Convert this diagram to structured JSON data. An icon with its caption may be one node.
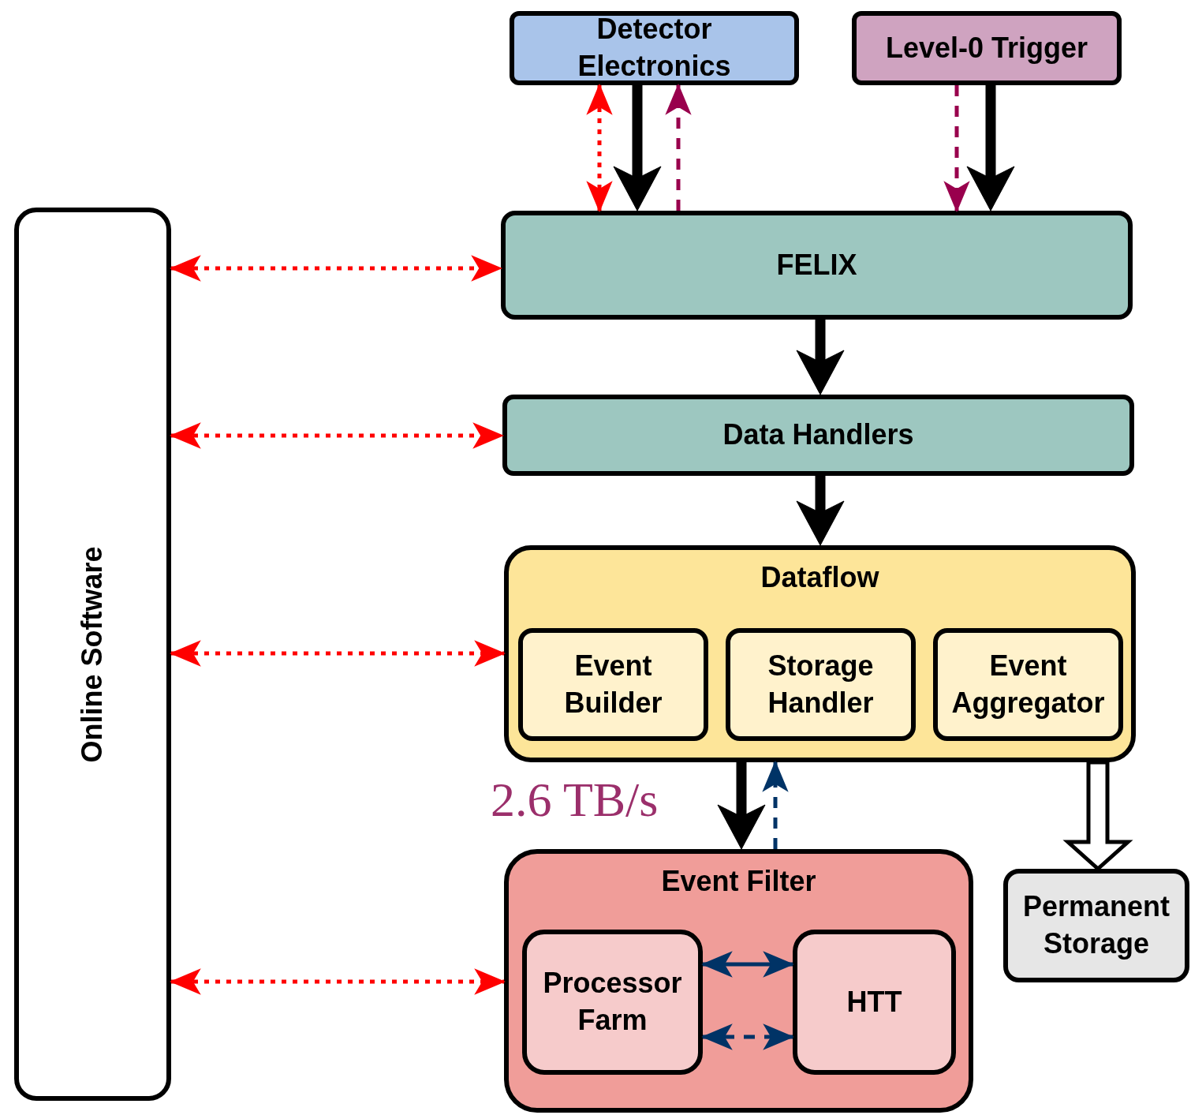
{
  "diagram": {
    "nodes": [
      {
        "text": [
          "Online Software"
        ]
      },
      {
        "text": [
          "Detector Electronics"
        ]
      },
      {
        "text": [
          "Level-0 Trigger"
        ]
      },
      {
        "text": [
          "FELIX"
        ]
      },
      {
        "text": [
          "Data Handlers"
        ]
      },
      {
        "text": [
          "Dataflow"
        ]
      },
      {
        "text": [
          "Event Builder"
        ],
        "in": 5
      },
      {
        "text": [
          "Storage Handler"
        ],
        "in": 5
      },
      {
        "text": [
          "Event Aggregator"
        ],
        "in": 5
      },
      {
        "text": [
          "Event Filter"
        ]
      },
      {
        "text": [
          "Processor Farm"
        ],
        "in": 9
      },
      {
        "text": [
          "HTT"
        ],
        "in": 9
      },
      {
        "text": [
          "Permanent Storage"
        ]
      }
    ],
    "edges": [
      {
        "from": 1,
        "to": 3,
        "arrow": "to",
        "style": "thick"
      },
      {
        "from": 1,
        "to": 3,
        "arrow": "both",
        "style": "dashed",
        "color": "#ff0000"
      },
      {
        "from": 3,
        "to": 1,
        "arrow": "to",
        "style": "dashed",
        "color": "#99004d"
      },
      {
        "from": 2,
        "to": 3,
        "arrow": "to",
        "style": "thick"
      },
      {
        "from": 2,
        "to": 3,
        "arrow": "to",
        "style": "dashed",
        "color": "#99004d"
      },
      {
        "from": 3,
        "to": 4,
        "arrow": "to",
        "style": "thick"
      },
      {
        "from": 4,
        "to": 5,
        "arrow": "to",
        "style": "thick"
      },
      {
        "from": 5,
        "to": 9,
        "arrow": "to",
        "style": "thick",
        "label": "2.6 TB/s"
      },
      {
        "from": 9,
        "to": 5,
        "arrow": "to",
        "style": "dashed",
        "color": "#003366"
      },
      {
        "from": 5,
        "to": 12,
        "arrow": "to",
        "style": "thick",
        "color": "#ffffff"
      },
      {
        "from": 0,
        "to": 3,
        "arrow": "both",
        "style": "dashed",
        "color": "#ff0000"
      },
      {
        "from": 0,
        "to": 4,
        "arrow": "both",
        "style": "dashed",
        "color": "#ff0000"
      },
      {
        "from": 0,
        "to": 5,
        "arrow": "both",
        "style": "dashed",
        "color": "#ff0000"
      },
      {
        "from": 0,
        "to": 9,
        "arrow": "both",
        "style": "dashed",
        "color": "#ff0000"
      },
      {
        "from": 10,
        "to": 11,
        "arrow": "both",
        "color": "#003366"
      },
      {
        "from": 10,
        "to": 11,
        "arrow": "both",
        "style": "dashed",
        "color": "#003366"
      }
    ]
  }
}
